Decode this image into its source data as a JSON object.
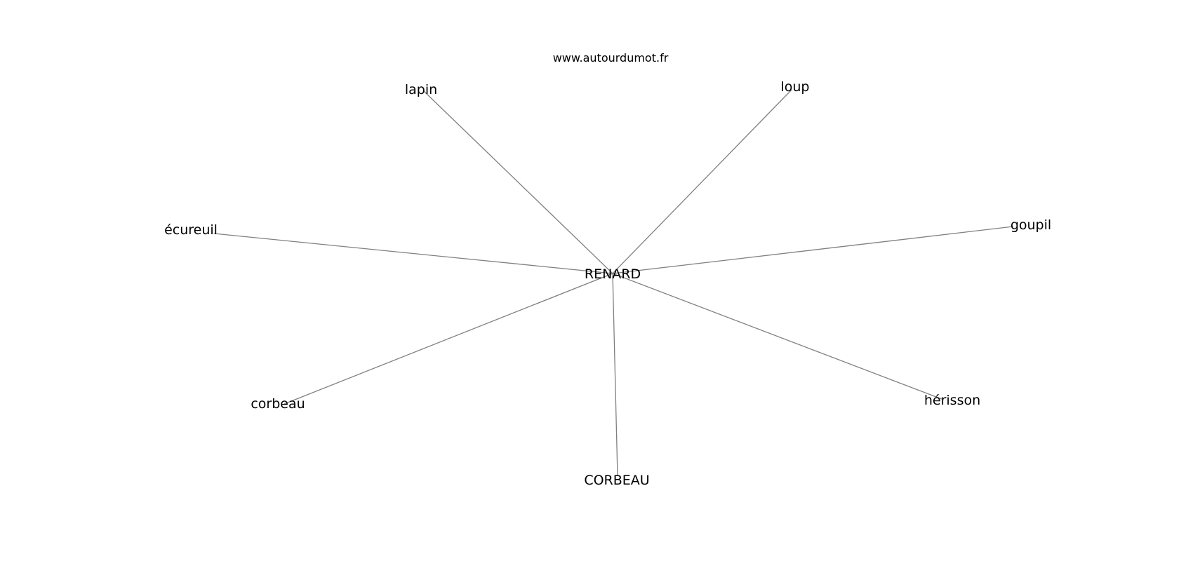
{
  "source": "www.autourdumot.fr",
  "graph": {
    "center": "RENARD",
    "nodes": [
      {
        "id": "lapin",
        "label": "lapin"
      },
      {
        "id": "loup",
        "label": "loup"
      },
      {
        "id": "ecureuil",
        "label": "écureuil"
      },
      {
        "id": "goupil",
        "label": "goupil"
      },
      {
        "id": "corbeau",
        "label": "corbeau"
      },
      {
        "id": "herisson",
        "label": "hérisson"
      },
      {
        "id": "CORBEAU",
        "label": "CORBEAU"
      }
    ],
    "edges": [
      {
        "from": "RENARD",
        "to": "lapin"
      },
      {
        "from": "RENARD",
        "to": "loup"
      },
      {
        "from": "RENARD",
        "to": "ecureuil"
      },
      {
        "from": "RENARD",
        "to": "goupil"
      },
      {
        "from": "RENARD",
        "to": "corbeau"
      },
      {
        "from": "RENARD",
        "to": "herisson"
      },
      {
        "from": "RENARD",
        "to": "CORBEAU"
      }
    ]
  },
  "colors": {
    "edge": "#808080",
    "text": "#000000",
    "background": "#ffffff"
  }
}
